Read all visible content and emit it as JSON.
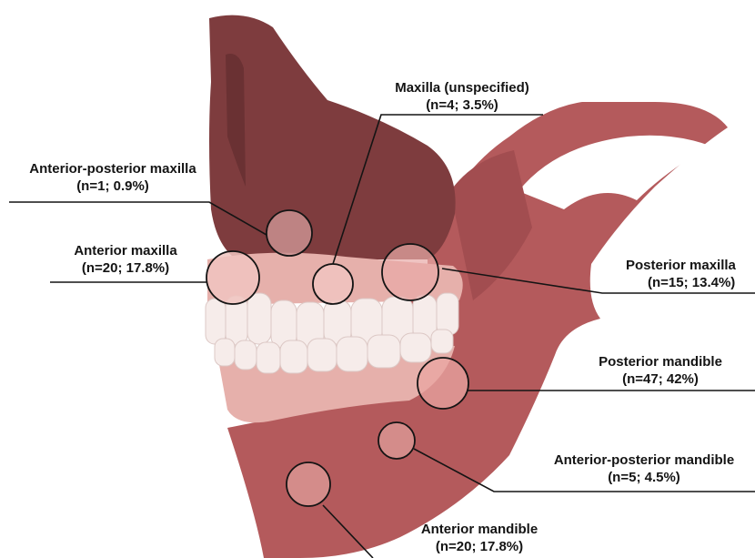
{
  "regions": [
    {
      "id": "maxilla-unspecified",
      "name": "Maxilla (unspecified)",
      "count": "(n=4; 3.5%)"
    },
    {
      "id": "anterior-posterior-maxilla",
      "name": "Anterior-posterior maxilla",
      "count": "(n=1; 0.9%)"
    },
    {
      "id": "anterior-maxilla",
      "name": "Anterior maxilla",
      "count": "(n=20; 17.8%)"
    },
    {
      "id": "posterior-maxilla",
      "name": "Posterior maxilla",
      "count": "(n=15; 13.4%)"
    },
    {
      "id": "posterior-mandible",
      "name": "Posterior mandible",
      "count": "(n=47; 42%)"
    },
    {
      "id": "anterior-posterior-mandible",
      "name": "Anterior-posterior mandible",
      "count": "(n=5; 4.5%)"
    },
    {
      "id": "anterior-mandible",
      "name": "Anterior mandible",
      "count": "(n=20; 17.8%)"
    }
  ],
  "colors": {
    "maxilla_dark": "#7e3c3e",
    "mandible": "#b45a5c",
    "gum": "#e6b0ab",
    "teeth": "#f6ecea",
    "marker_fill": "#f0b4b0",
    "leader_line": "#141414"
  }
}
